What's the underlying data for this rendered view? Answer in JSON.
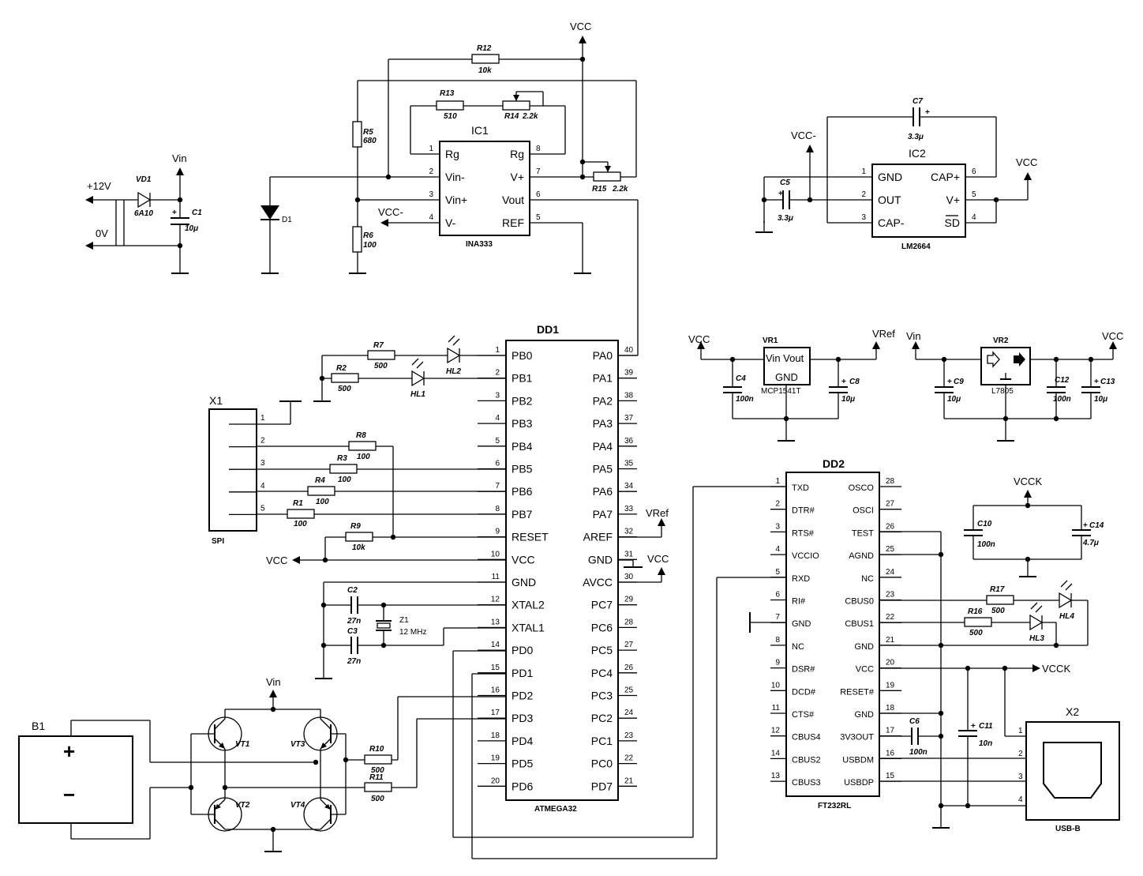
{
  "power": {
    "vcc": "VCC",
    "vcc_neg": "VCC-",
    "vin": "Vin",
    "vref": "VRef",
    "vcck": "VCCK",
    "p12": "+12V",
    "zero": "0V"
  },
  "supply": {
    "vd1": "VD1",
    "vd1_val": "6A10",
    "c1": "C1",
    "c1_val": "10μ"
  },
  "amp": {
    "title": "IC1",
    "part": "INA333",
    "pins_left": [
      {
        "n": "1",
        "name": "Rg"
      },
      {
        "n": "2",
        "name": "Vin-"
      },
      {
        "n": "3",
        "name": "Vin+"
      },
      {
        "n": "4",
        "name": "V-"
      }
    ],
    "pins_right": [
      {
        "n": "8",
        "name": "Rg"
      },
      {
        "n": "7",
        "name": "V+"
      },
      {
        "n": "6",
        "name": "Vout"
      },
      {
        "n": "5",
        "name": "REF"
      }
    ],
    "r12": "R12",
    "r12_val": "10k",
    "r13": "R13",
    "r13_val": "510",
    "r14": "R14",
    "r14_val": "2.2k",
    "r15": "R15",
    "r15_val": "2.2k",
    "r5": "R5",
    "r5_val": "680",
    "r6": "R6",
    "r6_val": "100",
    "d1": "D1"
  },
  "pump": {
    "title": "IC2",
    "part": "LM2664",
    "pins_left": [
      {
        "n": "1",
        "name": "GND"
      },
      {
        "n": "2",
        "name": "OUT"
      },
      {
        "n": "3",
        "name": "CAP-"
      }
    ],
    "pins_right": [
      {
        "n": "6",
        "name": "CAP+"
      },
      {
        "n": "5",
        "name": "V+"
      },
      {
        "n": "4",
        "name": "SD"
      }
    ],
    "c7": "C7",
    "c7_val": "3.3μ",
    "c5": "C5",
    "c5_val": "3.3μ"
  },
  "vr1": {
    "title": "VR1",
    "text1": "Vin Vout",
    "text2": "GND",
    "part": "MCP1541T",
    "c4": "C4",
    "c4_val": "100n",
    "c8": "C8",
    "c8_val": "10μ"
  },
  "vr2": {
    "title": "VR2",
    "part": "L7805",
    "c9": "C9",
    "c9_val": "10μ",
    "c12": "C12",
    "c12_val": "100n",
    "c13": "C13",
    "c13_val": "10μ"
  },
  "mcu": {
    "title": "DD1",
    "part": "ATMEGA32",
    "left": [
      {
        "n": "1",
        "name": "PB0"
      },
      {
        "n": "2",
        "name": "PB1"
      },
      {
        "n": "3",
        "name": "PB2"
      },
      {
        "n": "4",
        "name": "PB3"
      },
      {
        "n": "5",
        "name": "PB4"
      },
      {
        "n": "6",
        "name": "PB5"
      },
      {
        "n": "7",
        "name": "PB6"
      },
      {
        "n": "8",
        "name": "PB7"
      },
      {
        "n": "9",
        "name": "RESET"
      },
      {
        "n": "10",
        "name": "VCC"
      },
      {
        "n": "11",
        "name": "GND"
      },
      {
        "n": "12",
        "name": "XTAL2"
      },
      {
        "n": "13",
        "name": "XTAL1"
      },
      {
        "n": "14",
        "name": "PD0"
      },
      {
        "n": "15",
        "name": "PD1"
      },
      {
        "n": "16",
        "name": "PD2"
      },
      {
        "n": "17",
        "name": "PD3"
      },
      {
        "n": "18",
        "name": "PD4"
      },
      {
        "n": "19",
        "name": "PD5"
      },
      {
        "n": "20",
        "name": "PD6"
      }
    ],
    "right": [
      {
        "n": "40",
        "name": "PA0"
      },
      {
        "n": "39",
        "name": "PA1"
      },
      {
        "n": "38",
        "name": "PA2"
      },
      {
        "n": "37",
        "name": "PA3"
      },
      {
        "n": "36",
        "name": "PA4"
      },
      {
        "n": "35",
        "name": "PA5"
      },
      {
        "n": "34",
        "name": "PA6"
      },
      {
        "n": "33",
        "name": "PA7"
      },
      {
        "n": "32",
        "name": "AREF"
      },
      {
        "n": "31",
        "name": "GND"
      },
      {
        "n": "30",
        "name": "AVCC"
      },
      {
        "n": "29",
        "name": "PC7"
      },
      {
        "n": "28",
        "name": "PC6"
      },
      {
        "n": "27",
        "name": "PC5"
      },
      {
        "n": "26",
        "name": "PC4"
      },
      {
        "n": "25",
        "name": "PC3"
      },
      {
        "n": "24",
        "name": "PC2"
      },
      {
        "n": "23",
        "name": "PC1"
      },
      {
        "n": "22",
        "name": "PC0"
      },
      {
        "n": "21",
        "name": "PD7"
      }
    ]
  },
  "leds": {
    "r7": "R7",
    "r7_val": "500",
    "r2": "R2",
    "r2_val": "500",
    "hl1": "HL1",
    "hl2": "HL2"
  },
  "spi": {
    "title": "X1",
    "part": "SPI",
    "pins": [
      "1",
      "2",
      "3",
      "4",
      "5"
    ],
    "r8": "R8",
    "r8_val": "100",
    "r3": "R3",
    "r3_val": "100",
    "r4": "R4",
    "r4_val": "100",
    "r1": "R1",
    "r1_val": "100",
    "r9": "R9",
    "r9_val": "10k"
  },
  "xtal": {
    "c2": "C2",
    "c2_val": "27n",
    "c3": "C3",
    "c3_val": "27n",
    "z1": "Z1",
    "z1_val": "12 MHz"
  },
  "bridge": {
    "b1": "B1",
    "plus": "+",
    "minus": "−",
    "vt1": "VT1",
    "vt2": "VT2",
    "vt3": "VT3",
    "vt4": "VT4",
    "r10": "R10",
    "r10_val": "500",
    "r11": "R11",
    "r11_val": "500"
  },
  "usb": {
    "title": "DD2",
    "part": "FT232RL",
    "left": [
      {
        "n": "1",
        "name": "TXD"
      },
      {
        "n": "2",
        "name": "DTR#"
      },
      {
        "n": "3",
        "name": "RTS#"
      },
      {
        "n": "4",
        "name": "VCCIO"
      },
      {
        "n": "5",
        "name": "RXD"
      },
      {
        "n": "6",
        "name": "RI#"
      },
      {
        "n": "7",
        "name": "GND"
      },
      {
        "n": "8",
        "name": "NC"
      },
      {
        "n": "9",
        "name": "DSR#"
      },
      {
        "n": "10",
        "name": "DCD#"
      },
      {
        "n": "11",
        "name": "CTS#"
      },
      {
        "n": "12",
        "name": "CBUS4"
      },
      {
        "n": "14",
        "name": "CBUS2"
      },
      {
        "n": "13",
        "name": "CBUS3"
      }
    ],
    "right": [
      {
        "n": "28",
        "name": "OSCO"
      },
      {
        "n": "27",
        "name": "OSCI"
      },
      {
        "n": "26",
        "name": "TEST"
      },
      {
        "n": "25",
        "name": "AGND"
      },
      {
        "n": "24",
        "name": "NC"
      },
      {
        "n": "23",
        "name": "CBUS0"
      },
      {
        "n": "22",
        "name": "CBUS1"
      },
      {
        "n": "21",
        "name": "GND"
      },
      {
        "n": "20",
        "name": "VCC"
      },
      {
        "n": "19",
        "name": "RESET#"
      },
      {
        "n": "18",
        "name": "GND"
      },
      {
        "n": "17",
        "name": "3V3OUT"
      },
      {
        "n": "16",
        "name": "USBDM"
      },
      {
        "n": "15",
        "name": "USBDP"
      }
    ],
    "c10": "C10",
    "c10_val": "100n",
    "c14": "C14",
    "c14_val": "4.7μ",
    "r17": "R17",
    "r17_val": "500",
    "r16": "R16",
    "r16_val": "500",
    "hl4": "HL4",
    "hl3": "HL3",
    "c6": "C6",
    "c6_val": "100n",
    "c11": "C11",
    "c11_val": "10n",
    "x2": "X2",
    "x2_part": "USB-B",
    "x2_pins": [
      "1",
      "2",
      "3",
      "4"
    ]
  }
}
